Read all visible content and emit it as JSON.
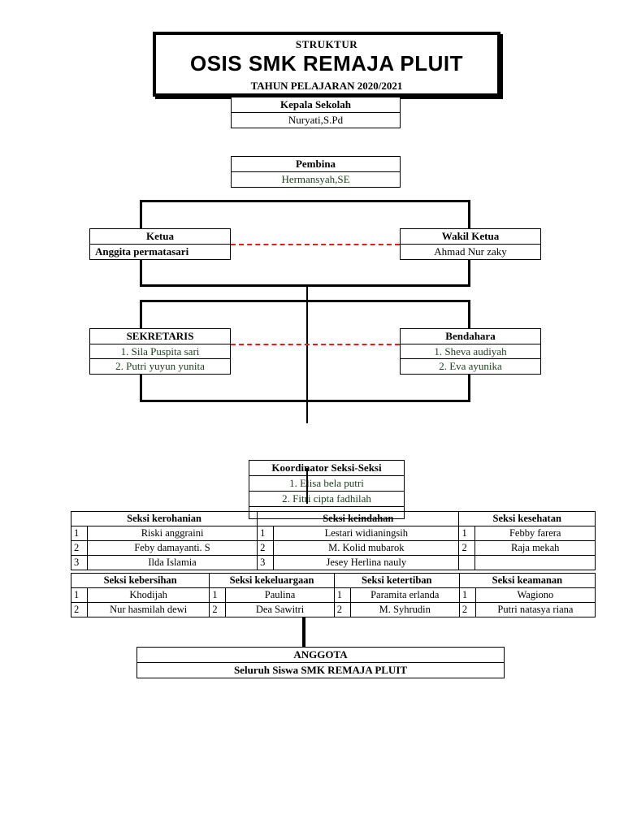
{
  "title": {
    "line1": "STRUKTUR",
    "line2": "OSIS SMK REMAJA PLUIT",
    "line3": "TAHUN PELAJARAN 2020/2021"
  },
  "kepala": {
    "role": "Kepala Sekolah",
    "name": "Nuryati,S.Pd"
  },
  "pembina": {
    "role": "Pembina",
    "name": "Hermansyah,SE"
  },
  "ketua": {
    "role": "Ketua",
    "name": "Anggita permatasari"
  },
  "wakil": {
    "role": "Wakil Ketua",
    "name": "Ahmad Nur zaky"
  },
  "sekretaris": {
    "role": "SEKRETARIS",
    "members": [
      "1. Sila Puspita sari",
      "2. Putri yuyun yunita"
    ]
  },
  "bendahara": {
    "role": "Bendahara",
    "members": [
      "1. Sheva audiyah",
      "2. Eva ayunika"
    ]
  },
  "koordinator": {
    "role": "Koordinator Seksi-Seksi",
    "members": [
      "1. Elisa bela putri",
      "2. Fitri cipta fadhilah"
    ]
  },
  "seksi_top": {
    "headers": [
      "Seksi kerohanian",
      "Seksi keindahan",
      "Seksi kesehatan"
    ],
    "rows": [
      [
        "1",
        "Riski anggraini",
        "1",
        "Lestari widianingsih",
        "1",
        "Febby farera"
      ],
      [
        "2",
        "Feby damayanti. S",
        "2",
        "M. Kolid mubarok",
        "2",
        "Raja mekah"
      ],
      [
        "3",
        "Ilda Islamia",
        "3",
        "Jesey Herlina nauly",
        "",
        ""
      ]
    ]
  },
  "seksi_bottom": {
    "headers": [
      "Seksi kebersihan",
      "Seksi kekeluargaan",
      "Seksi ketertiban",
      "Seksi keamanan"
    ],
    "rows": [
      [
        "1",
        "Khodijah",
        "1",
        "Paulina",
        "1",
        "Paramita erlanda",
        "1",
        "Wagiono"
      ],
      [
        "2",
        "Nur hasmilah dewi",
        "2",
        "Dea Sawitri",
        "2",
        "M. Syhrudin",
        "2",
        "Putri natasya riana"
      ]
    ]
  },
  "anggota": {
    "role": "ANGGOTA",
    "desc": "Seluruh Siswa SMK REMAJA PLUIT"
  }
}
